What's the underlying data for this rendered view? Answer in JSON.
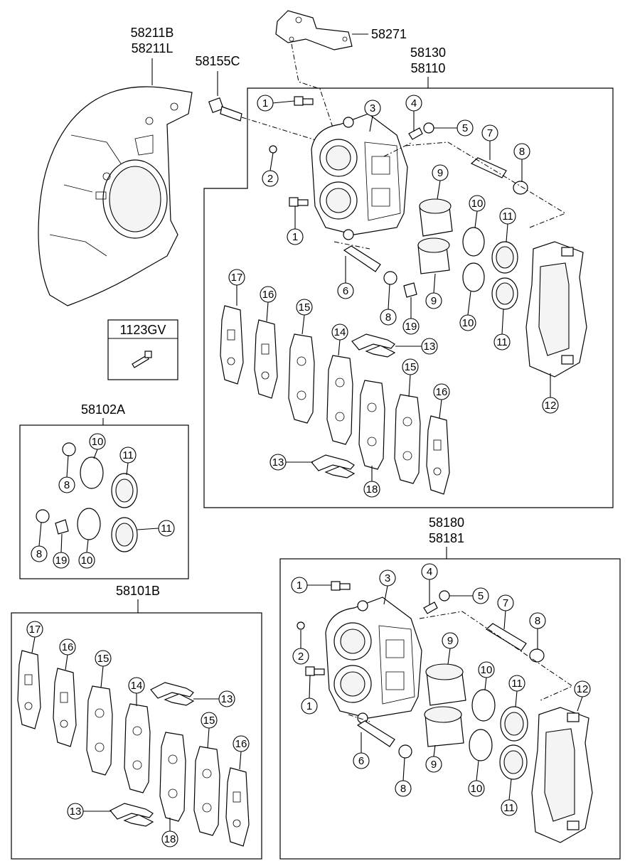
{
  "part_codes": {
    "shield_a": "58211B",
    "shield_b": "58211L",
    "bolt": "58155C",
    "bracket": "58271",
    "caliper_front_a": "58130",
    "caliper_front_b": "58110",
    "bolt_box": "1123GV",
    "seal_kit": "58102A",
    "pad_kit": "58101B",
    "caliper_rear_a": "58180",
    "caliper_rear_b": "58181"
  },
  "callouts": {
    "n1": "1",
    "n2": "2",
    "n3": "3",
    "n4": "4",
    "n5": "5",
    "n6": "6",
    "n7": "7",
    "n8": "8",
    "n9": "9",
    "n10": "10",
    "n11": "11",
    "n12": "12",
    "n13": "13",
    "n14": "14",
    "n15": "15",
    "n16": "16",
    "n17": "17",
    "n18": "18",
    "n19": "19"
  }
}
